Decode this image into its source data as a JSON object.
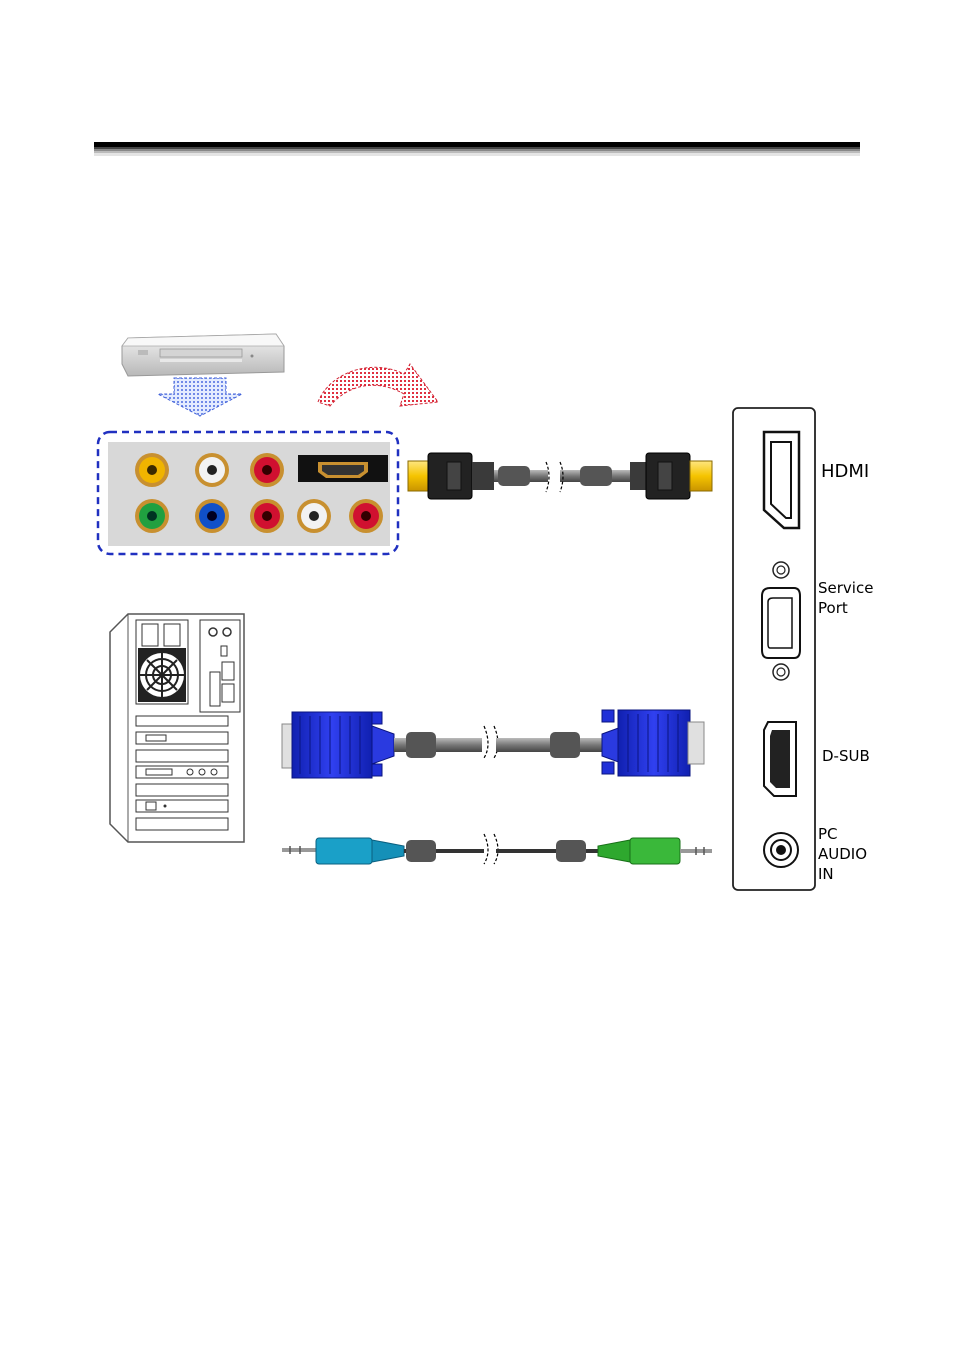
{
  "labels": {
    "hdmi": "HDMI",
    "service_port": "Service\nPort",
    "dsub": "D-SUB",
    "pc_audio_in": "PC\nAUDIO\nIN"
  },
  "colors": {
    "hdmi_plug": "#f5c400",
    "vga_plug": "#2030d8",
    "audio_plug_left": "#1aa0c8",
    "audio_plug_right": "#3ab83a",
    "rca_yellow": "#f0b400",
    "rca_white": "#f2f2f2",
    "rca_red": "#d01030",
    "rca_green": "#20a040",
    "rca_blue": "#1050c8",
    "panel_border": "#2030c0"
  }
}
